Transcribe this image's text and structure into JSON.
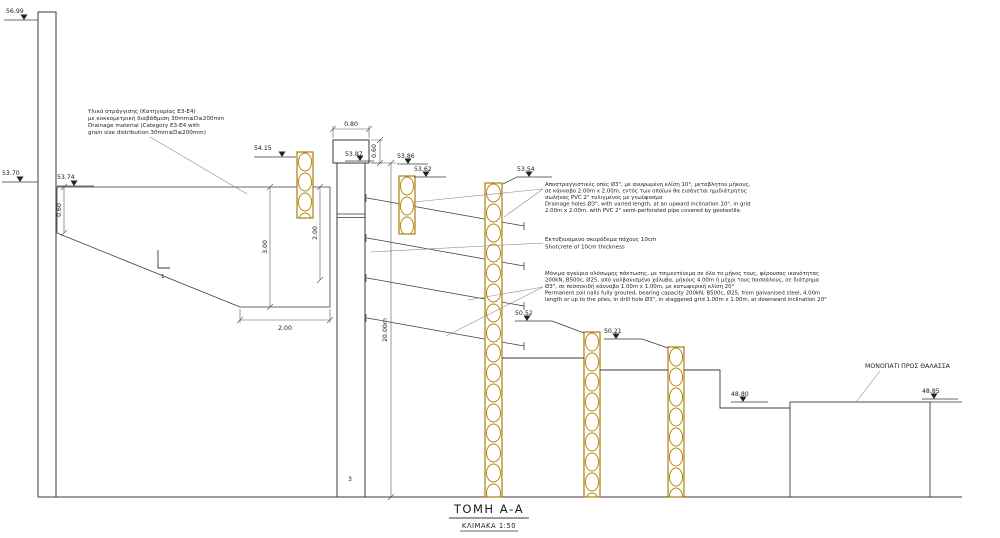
{
  "title": {
    "label": "ΤΟΜΗ Α-Α",
    "scale": "ΚΛΙΜΑΚΑ 1:50"
  },
  "elevations": {
    "wall_top": "56.99",
    "ground_behind_wall": "53.70",
    "drainage_top": "53.74",
    "capping_beam": "54.15",
    "pile_top": "53.87",
    "shotcrete_top": "53.86",
    "drain_level": "53.62",
    "drain_column_top": "53.54",
    "step_1": "50.52",
    "step_2": "50.21",
    "step_3": "48.80",
    "path_level": "48.85"
  },
  "dimensions": {
    "pile_cap_width": "0.80",
    "pile_cap_height": "0.60",
    "drainage_edge_height": "0.60",
    "drainage_height": "3.00",
    "drainage_depth": "2.00",
    "drainage_bottom_width": "2.00",
    "pile_length": "20.00m"
  },
  "labels": {
    "pile_number": "3",
    "detail_number": "1",
    "path_to_sea": "ΜΟΝΟΠΑΤΙ ΠΡΟΣ ΘΑΛΑΣΣΑ"
  },
  "annotations": {
    "drainage_material": {
      "lines": [
        "Υλικό στράγγισης (Κατηγορίας Ε3-Ε4)",
        "με κοκκομετρική διαβάθμιση 30mm≤D≤200mm",
        "Drainage material (Category E3-E4 with",
        "grain size distribution 30mm≤D≤200mm)"
      ]
    },
    "drainage_holes": {
      "lines": [
        "Αποστραγγιστικές οπές Ø3\", με ανυψωμένη κλίση 10°, μεταβλητού μήκους,",
        "σε κάνναβο 2.00m x 2.00m, εντός των οποίων θα εισάγεται ημιδιάτρητος",
        "σωλήνας PVC 2\" τυλιγμένος με γεωύφασμα",
        "Drainage holes Ø3\", with varied length, at an upward inclination 10°, in grid",
        "2.00m x 2.00m, with PVC 2\" semi-perforated pipe covered by geotextile."
      ]
    },
    "shotcrete": {
      "lines": [
        "Εκτοξευόμενο σκυρόδεμα πάχους 10cm",
        "Shotcrete of 10cm thickness"
      ]
    },
    "soil_nails": {
      "lines": [
        "Μόνιμα αγκύρια ολόσωμης πάκτωσης, με τσιμεντένεμα σε όλο το μήκος τους, φέρουσας ικανότητας",
        "200kN, B500c, Ø25, από γαλβανισμένο χάλυβα, μήκους 4.00m ή μέχρι τους πασσάλους, σε διάτρημα",
        "Ø3\", σε πεσσοειδή κάνναβο 1.00m x 1.00m, με κατωφερική κλίση 20°",
        "Permanent soil nails fully grouted, bearing capacity 200kN, B500c, Ø25, from galvanised steel, 4.00m",
        "length or up to the piles, in drill hole Ø3\", in staggered grid 1.00m x 1.00m, at downward inclination 20°"
      ]
    }
  },
  "colors": {
    "line": "#3a3a3a",
    "drain_column": "#b8860b",
    "pile_fill": "#d9d9d9",
    "background": "#ffffff"
  }
}
